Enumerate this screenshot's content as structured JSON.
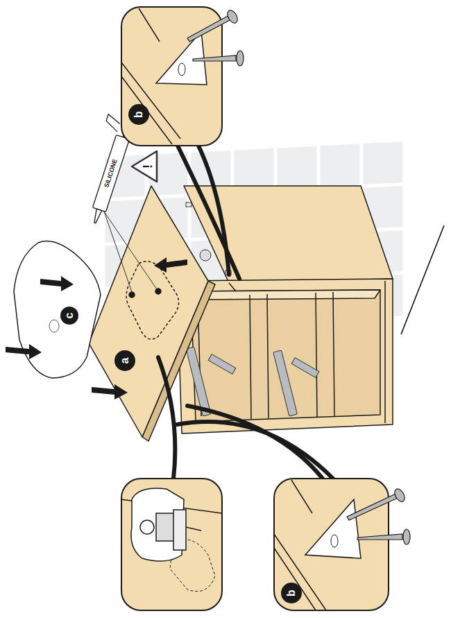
{
  "diagram": {
    "labels": [
      "SILICONE",
      "!",
      "a",
      "b",
      "b",
      "c"
    ]
  }
}
